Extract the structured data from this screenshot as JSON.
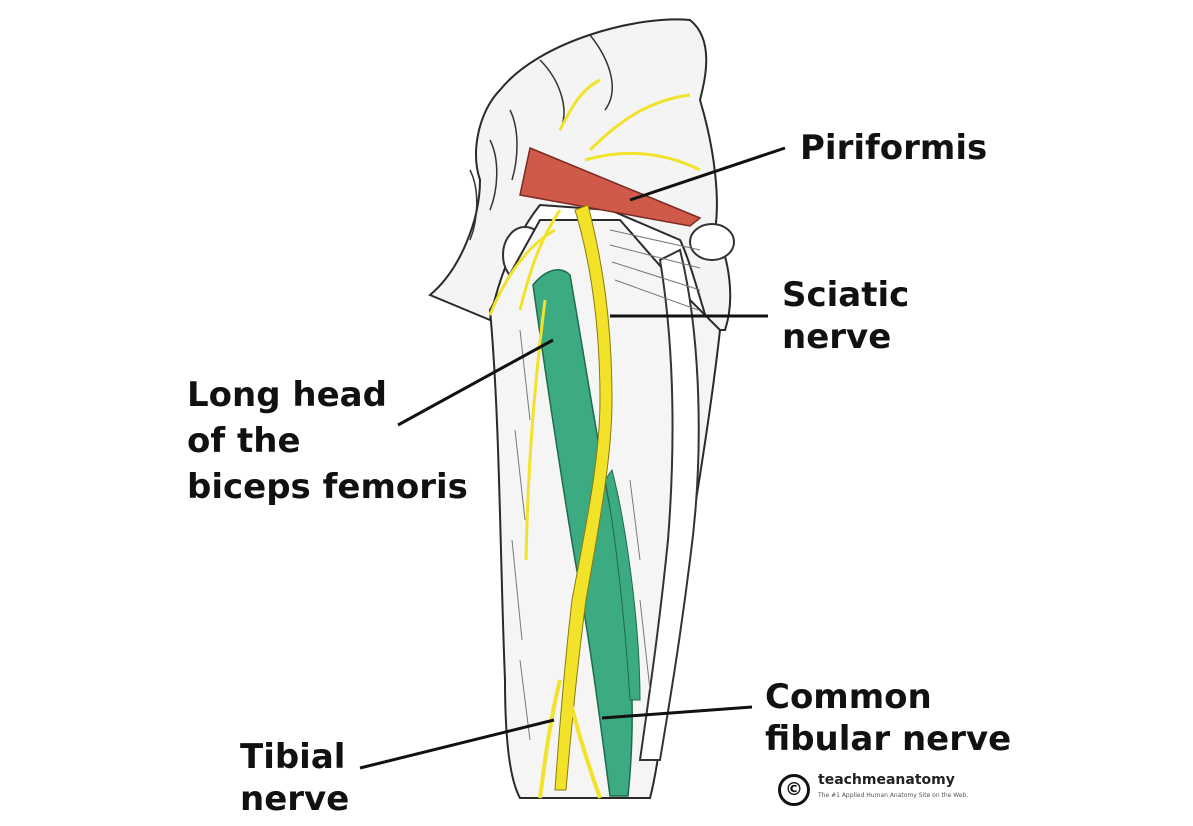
{
  "labels": {
    "piriformis": "Piriformis",
    "sciatic_line1": "Sciatic",
    "sciatic_line2": "nerve",
    "long_head_line1": "Long head",
    "long_head_line2": "of the",
    "long_head_line3": "biceps femoris",
    "common_line1": "Common",
    "common_line2": "fibular nerve",
    "tibial_line1": "Tibial",
    "tibial_line2": "nerve"
  },
  "watermark": {
    "symbol": "©",
    "brand": "teachmeanatomy",
    "tagline": "The #1 Applied Human Anatomy Site on the Web."
  },
  "colors": {
    "muscle_piriformis": "#cf5a4a",
    "muscle_biceps": "#3dab82",
    "nerve": "#f2e22a",
    "outline": "#2a2a2a",
    "background": "#ffffff"
  }
}
